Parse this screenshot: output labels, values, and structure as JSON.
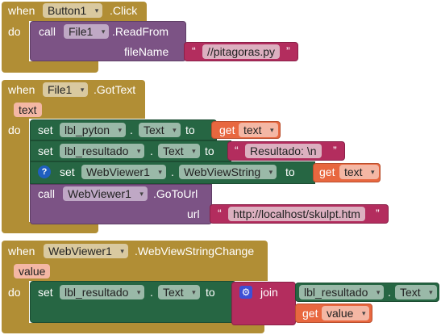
{
  "block1": {
    "when": "when",
    "component": "Button1",
    "event": ".Click",
    "do": "do",
    "call": "call",
    "call_component": "File1",
    "method": ".ReadFrom",
    "param": "fileName",
    "file_value": "//pitagoras.py"
  },
  "block2": {
    "when": "when",
    "component": "File1",
    "event": ".GotText",
    "param": "text",
    "do": "do",
    "set1": {
      "set": "set",
      "component": "lbl_pyton",
      "dot": ".",
      "prop": "Text",
      "to": "to",
      "get": "get",
      "var": "text"
    },
    "set2": {
      "set": "set",
      "component": "lbl_resultado",
      "dot": ".",
      "prop": "Text",
      "to": "to",
      "value": "Resultado: \\n"
    },
    "set3": {
      "help": "?",
      "set": "set",
      "component": "WebViewer1",
      "dot": ".",
      "prop": "WebViewString",
      "to": "to",
      "get": "get",
      "var": "text"
    },
    "call": {
      "call": "call",
      "component": "WebViewer1",
      "method": ".GoToUrl",
      "param": "url",
      "value": "http://localhost/skulpt.htm"
    }
  },
  "block3": {
    "when": "when",
    "component": "WebViewer1",
    "event": ".WebViewStringChange",
    "param": "value",
    "do": "do",
    "set": {
      "set": "set",
      "component": "lbl_resultado",
      "dot": ".",
      "prop": "Text",
      "to": "to",
      "join": "join",
      "item1": {
        "component": "lbl_resultado",
        "dot": ".",
        "prop": "Text"
      },
      "item2": {
        "get": "get",
        "var": "value"
      }
    }
  },
  "icons": {
    "dropdown": "▾",
    "gear": "⚙",
    "quote_open": "“",
    "quote_close": "”"
  }
}
